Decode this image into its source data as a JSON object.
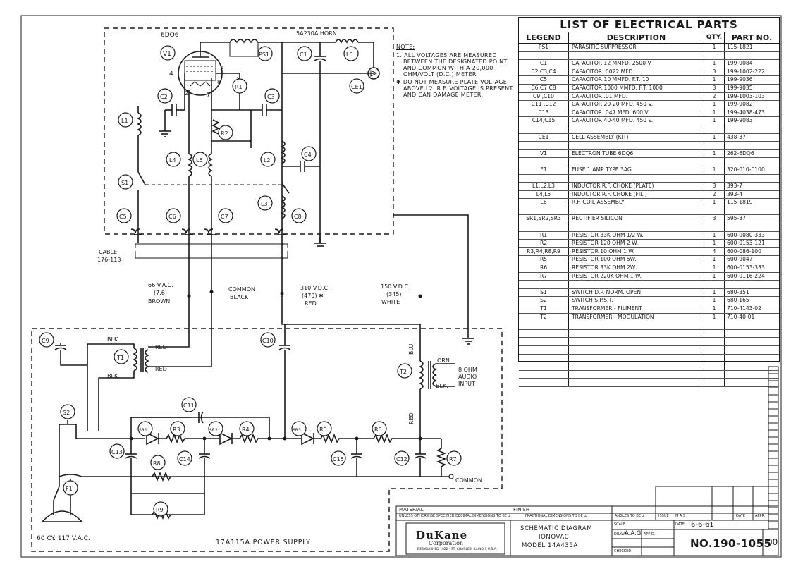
{
  "tube": {
    "type": "6DQ6",
    "ref": "V1"
  },
  "horn": "5A230A HORN",
  "note": {
    "title": "NOTE:",
    "items": [
      "1. ALL VOLTAGES ARE MEASURED BETWEEN THE DESIGNATED POINT AND COMMON WITH A 20,000 OHM/VOLT (D.C.) METER.",
      "✱ DO NOT MEASURE PLATE VOLTAGE ABOVE L2. R.F. VOLTAGE IS PRESENT AND CAN DAMAGE METER."
    ]
  },
  "parts_list": {
    "title": "LIST OF ELECTRICAL PARTS",
    "headers": [
      "LEGEND",
      "DESCRIPTION",
      "QTY.",
      "PART NO."
    ],
    "rows": [
      [
        "PS1",
        "PARASITIC SUPPRESSOR",
        "1",
        "115-1821"
      ],
      [
        "",
        "",
        "",
        ""
      ],
      [
        "C1",
        "CAPACITOR 12 MMFD. 2500 V",
        "1",
        "199-9084"
      ],
      [
        "C2,C3,C4",
        "CAPACITOR .0022 MFD.",
        "3",
        "199-1002-222"
      ],
      [
        "C5",
        "CAPACITOR 10 MMFD. F.T. 10",
        "1",
        "199-9036"
      ],
      [
        "C6,C7,C8",
        "CAPACITOR 1000 MMFD. F.T. 1000",
        "3",
        "199-9035"
      ],
      [
        "C9 ,C10",
        "CAPACITOR .01 MFD.",
        "2",
        "199-1003-103"
      ],
      [
        "C11 ,C12",
        "CAPACITOR 20-20 MFD. 450 V.",
        "1",
        "199-9082"
      ],
      [
        "C13",
        "CAPACITOR .047 MFD. 600 V.",
        "1",
        "199-4038-473"
      ],
      [
        "C14,C15",
        "CAPACITOR 40-40 MFD. 450 V.",
        "1",
        "199-9083"
      ],
      [
        "",
        "",
        "",
        ""
      ],
      [
        "CE1",
        "CELL ASSEMBLY (KIT)",
        "1",
        "438-37"
      ],
      [
        "",
        "",
        "",
        ""
      ],
      [
        "V1",
        "ELECTRON TUBE 6DQ6",
        "1",
        "262-6DQ6"
      ],
      [
        "",
        "",
        "",
        ""
      ],
      [
        "F1",
        "FUSE 1 AMP TYPE 3AG",
        "1",
        "320-010-0100"
      ],
      [
        "",
        "",
        "",
        ""
      ],
      [
        "L1,L2,L3",
        "INDUCTOR R.F. CHOKE (PLATE)",
        "3",
        "393-7"
      ],
      [
        "L4,L5",
        "INDUCTOR R.F. CHOKE (FIL.)",
        "2",
        "393-4"
      ],
      [
        "L6",
        "R.F. COIL ASSEMBLY",
        "1",
        "115-1819"
      ],
      [
        "",
        "",
        "",
        ""
      ],
      [
        "SR1,SR2,SR3",
        "RECTIFIER SILICON",
        "3",
        "595-37"
      ],
      [
        "",
        "",
        "",
        ""
      ],
      [
        "R1",
        "RESISTOR 33K OHM 1/2 W.",
        "1",
        "600-0080-333"
      ],
      [
        "R2",
        "RESISTOR 120 OHM 2 W.",
        "1",
        "600-0153-121"
      ],
      [
        "R3,R4,R8,R9",
        "RESISTOR 10 OHM 1 W.",
        "4",
        "600-086-100"
      ],
      [
        "R5",
        "RESISTOR 100 OHM 5W.",
        "1",
        "600-9047"
      ],
      [
        "R6",
        "RESISTOR 33K OHM 2W.",
        "1",
        "600-0153-333"
      ],
      [
        "R7",
        "RESISTOR 220K OHM 1 W.",
        "1",
        "600-0116-224"
      ],
      [
        "",
        "",
        "",
        ""
      ],
      [
        "S1",
        "SWITCH D.P. NORM. OPEN",
        "1",
        "680-351"
      ],
      [
        "S2",
        "SWITCH S.P.S.T.",
        "1",
        "680-165"
      ],
      [
        "T1",
        "TRANSFORMER - FILIMENT",
        "1",
        "710-4143-02"
      ],
      [
        "T2",
        "TRANSFORMER - MODULATION",
        "1",
        "710-40-01"
      ],
      [
        "",
        "",
        "",
        ""
      ],
      [
        "",
        "",
        "",
        ""
      ],
      [
        "",
        "",
        "",
        ""
      ],
      [
        "",
        "",
        "",
        ""
      ],
      [
        "",
        "",
        "",
        ""
      ],
      [
        "",
        "",
        "",
        ""
      ],
      [
        "",
        "",
        "",
        ""
      ],
      [
        "",
        "",
        "",
        ""
      ]
    ]
  },
  "labels": {
    "cable": "CABLE",
    "cable_no": "176-113",
    "v66": "66 V.A.C.",
    "v66_val": "(7.6)",
    "v66_color": "BROWN",
    "common_top": "COMMON",
    "common_color": "BLACK",
    "v310": "310 V.D.C.",
    "v310_val": "(470) ✱",
    "v310_color": "RED",
    "v150": "150 V.D.C.",
    "v150_val": "(345)",
    "v150_color": "WHITE",
    "blk": "BLK.",
    "blk2": "BLK.",
    "red1": "RED",
    "red2": "RED",
    "blu": "BLU.",
    "red_vert": "RED",
    "orn": "ORN.",
    "blk3": "BLK.",
    "audio1": "8 OHM",
    "audio2": "AUDIO",
    "audio3": "INPUT",
    "common_bottom": "COMMON",
    "mains": "60 CY. 117 V.A.C.",
    "power_supply": "17A115A POWER SUPPLY"
  },
  "components": {
    "PS1": "PS1",
    "C1": "C1",
    "L6": "L6",
    "CE1": "CE1",
    "C2": "C2",
    "R1": "R1",
    "C3": "C3",
    "L1": "L1",
    "R2": "R2",
    "L4": "L4",
    "L5": "L5",
    "L2": "L2",
    "C4": "C4",
    "S1": "S1",
    "L3": "L3",
    "C5": "C5",
    "C6": "C6",
    "C7": "C7",
    "C8": "C8",
    "C9": "C9",
    "T1": "T1",
    "C10": "C10",
    "T2": "T2",
    "C11": "C11",
    "S2": "S2",
    "SR1": "SR1",
    "R3": "R3",
    "SR2": "SR2",
    "R4": "R4",
    "SR3": "SR3",
    "R5": "R5",
    "R6": "R6",
    "C13": "C13",
    "C14": "C14",
    "R8": "R8",
    "C15": "C15",
    "C12": "C12",
    "R7": "R7",
    "F1": "F1",
    "R9": "R9"
  },
  "pins": {
    "p2": "2",
    "p4": "4",
    "p5": "5",
    "p7": "7",
    "p8": "8"
  },
  "title_block": {
    "material": "MATERIAL",
    "finish": "FINISH",
    "tolerance": "UNLESS OTHERWISE SPECIFIED DECIMAL DIMENSIONS TO BE ±",
    "fractional": "FRACTIONAL DIMENSIONS TO BE ±",
    "angles": "ANGLES TO BE ±",
    "issue": "ISSUE",
    "mas": "M A S",
    "date_h": "DATE",
    "appr": "APPR.",
    "company": "DuKane",
    "company_sub": "Corporation",
    "company_small": "ESTABLISHED 1922 · ST. CHARLES, ILLINOIS U.S.A.",
    "title1": "SCHEMATIC DIAGRAM",
    "title2": "IONOVAC",
    "title3": "MODEL 14A435A",
    "scale": "SCALE",
    "date_label": "DATE",
    "date": "6-6-61",
    "drawn_label": "DRAWN",
    "drawn": "A.A.G",
    "appd_label": "APP'D.",
    "checked_label": "CHECKED",
    "dwg_no": "NO.190-1055",
    "rev": "00"
  }
}
